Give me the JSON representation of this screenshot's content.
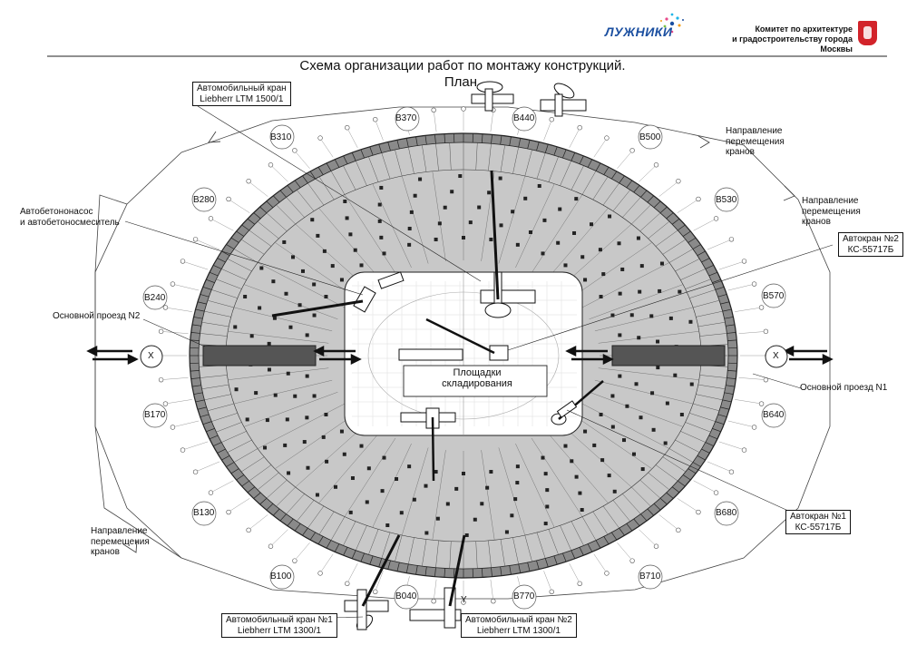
{
  "header": {
    "brand": "ЛУЖНИКИ",
    "committee_line1": "Комитет по архитектуре",
    "committee_line2": "и градостроительству города Москвы"
  },
  "title": {
    "line1": "Схема организации работ по монтажу конструкций.",
    "line2": "План."
  },
  "labels": {
    "crane_ltm1500_line1": "Автомобильный кран",
    "crane_ltm1500_line2": "Liebherr LTM 1500/1",
    "concrete_line1": "Автобетононасос",
    "concrete_line2": "и автобетоносмеситель",
    "passage_n2": "Основной проезд N2",
    "passage_n1": "Основной проезд N1",
    "direction_top_line1": "Направление",
    "direction_top_line2": "перемещения",
    "direction_top_line3": "кранов",
    "direction_right_line1": "Направление",
    "direction_right_line2": "перемещения",
    "direction_right_line3": "кранов",
    "direction_bottom_line1": "Направление",
    "direction_bottom_line2": "перемещения",
    "direction_bottom_line3": "кранов",
    "autocrane2_line1": "Автокран №2",
    "autocrane2_line2": "КС-55717Б",
    "autocrane1_line1": "Автокран №1",
    "autocrane1_line2": "КС-55717Б",
    "storage_line1": "Площадки",
    "storage_line2": "складирования",
    "crane_ltm1300_1_line1": "Автомобильный кран №1",
    "crane_ltm1300_1_line2": "Liebherr LTM 1300/1",
    "crane_ltm1300_2_line1": "Автомобильный кран №2",
    "crane_ltm1300_2_line2": "Liebherr LTM 1300/1",
    "axis_x_left": "X",
    "axis_x_right": "X",
    "axis_y": "Y"
  },
  "sectors": {
    "b370": "В370",
    "b440": "В440",
    "b310": "В310",
    "b500": "В500",
    "b280": "В280",
    "b530": "В530",
    "b240": "В240",
    "b570": "В570",
    "b170": "В170",
    "b640": "В640",
    "b130": "В130",
    "b680": "В680",
    "b100": "В100",
    "b710": "В710",
    "b040": "В040",
    "b770": "В770"
  },
  "colors": {
    "stands_fill": "#c8c8c8",
    "field_fill": "#ffffff",
    "ring_fill": "#7a7a7a",
    "passage_fill": "#555555",
    "line": "#222222",
    "moscow_red": "#d2232a",
    "brand_blue": "#1b4fa0"
  }
}
